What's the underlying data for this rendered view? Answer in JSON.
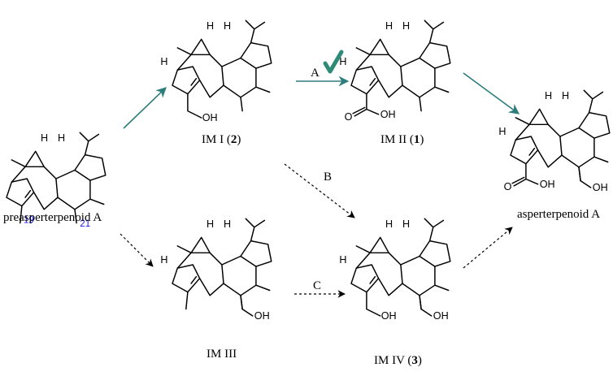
{
  "compounds": {
    "preasperterpenoid_a": {
      "name": "preasperterpenoid A",
      "numbers": [
        "19",
        "21"
      ],
      "atoms": [
        "H",
        "H"
      ]
    },
    "im1": {
      "name": "IM I (",
      "id": "2",
      "close": ")",
      "atoms": [
        "H",
        "H",
        "H",
        "OH"
      ]
    },
    "im2": {
      "name": "IM II (",
      "id": "1",
      "close": ")",
      "atoms": [
        "H",
        "H",
        "H",
        "O",
        "OH"
      ]
    },
    "asperterpenoid_a": {
      "name": "asperterpenoid A",
      "atoms": [
        "H",
        "H",
        "H",
        "O",
        "OH",
        "OH"
      ]
    },
    "im3": {
      "name": "IM III",
      "atoms": [
        "H",
        "H",
        "H",
        "OH"
      ]
    },
    "im4": {
      "name": "IM IV (",
      "id": "3",
      "close": ")",
      "atoms": [
        "H",
        "H",
        "H",
        "OH",
        "OH"
      ]
    }
  },
  "steps": {
    "a": "A",
    "b": "B",
    "c": "C"
  },
  "colors": {
    "arrow_teal": "#2e7d7b",
    "check": "#2e8b78",
    "number_blue": "#1a1aff",
    "bond": "#000000"
  }
}
